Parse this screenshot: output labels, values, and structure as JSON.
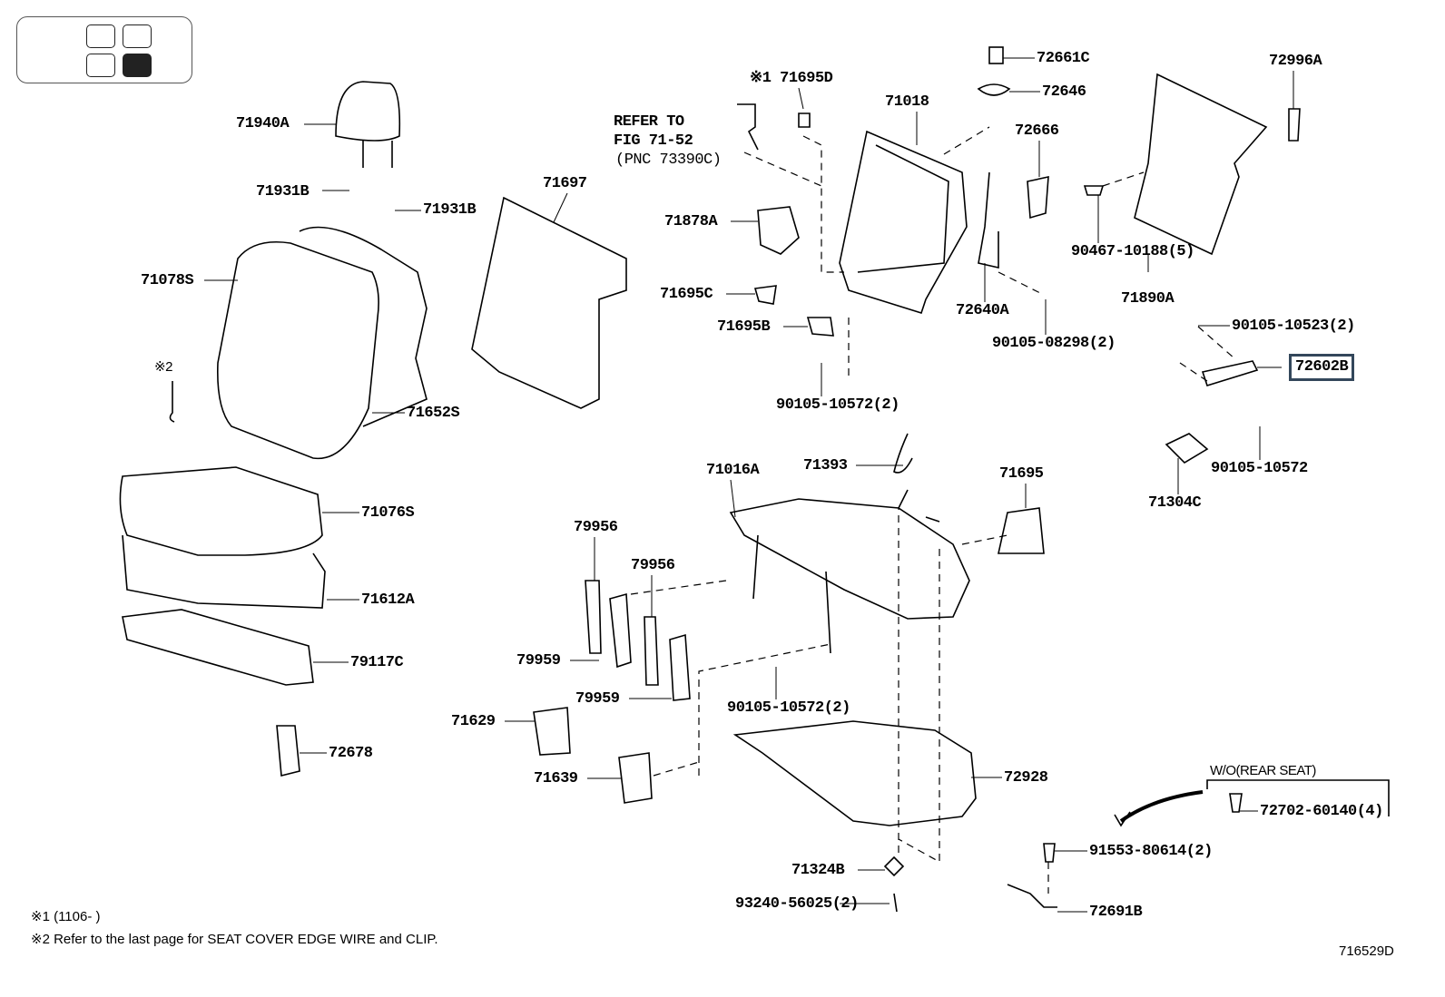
{
  "thumbnail": {
    "selected_cell": "bottom-right",
    "selected_color": "#222222"
  },
  "highlight_color": "#33475b",
  "labels": [
    "71940A",
    "71931B",
    "71931B",
    "71078S",
    "※2",
    "71652S",
    "71076S",
    "71612A",
    "79117C",
    "72678",
    "71697",
    "※1 71695D",
    "71018",
    "71878A",
    "71695C",
    "71695B",
    "90105-10572(2)",
    "72661C",
    "72646",
    "72666",
    "72640A",
    "90105-08298(2)",
    "72996A",
    "90467-10188(5)",
    "71890A",
    "90105-10523(2)",
    "72602B",
    "90105-10572",
    "71304C",
    "71393",
    "71016A",
    "71695",
    "79956",
    "79956",
    "79959",
    "79959",
    "90105-10572(2)",
    "71629",
    "71639",
    "72928",
    "71324B",
    "93240-56025(2)",
    "72702-60140(4)",
    "91553-80614(2)",
    "72691B"
  ],
  "reference": {
    "line1": "REFER TO",
    "line2": "FIG 71-52",
    "line3": "(PNC 73390C)"
  },
  "option_box": {
    "title": "W/O(REAR SEAT)"
  },
  "footnotes": [
    "※1 (1106-      )",
    "※2 Refer to the last page for SEAT COVER EDGE WIRE and CLIP."
  ],
  "figure_id": "716529D"
}
